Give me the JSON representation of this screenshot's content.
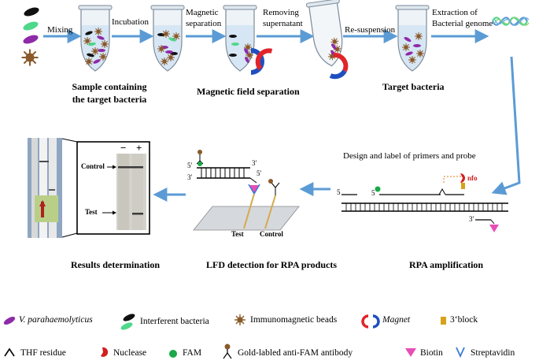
{
  "top_steps": {
    "mixing": "Mixing",
    "incubation": "Incubation",
    "magnetic_separation": [
      "Magnetic",
      "separation"
    ],
    "removing_supernatant": [
      "Removing",
      "supernatant"
    ],
    "resuspension": "Re-suspension",
    "extraction": [
      "Extraction of",
      "Bacterial genome"
    ]
  },
  "section_titles": {
    "sample": [
      "Sample containing",
      "the target bacteria"
    ],
    "magnetic_field": "Magnetic field separation",
    "target_bacteria": "Target bacteria",
    "results": "Results determination",
    "lfd": "LFD detection for RPA products",
    "rpa": "RPA amplification"
  },
  "primer_design": "Design and label of primers and probe",
  "strip_labels": {
    "minus": "−",
    "plus": "+",
    "control": "Control",
    "test": "Test"
  },
  "lfd_labels": {
    "test": "Test",
    "control": "Control",
    "five_prime": "5′",
    "three_prime": "3′"
  },
  "rpa_labels": {
    "five_prime": "5",
    "three_prime": "3′",
    "fam_label": "nfo"
  },
  "legend": [
    {
      "icon": "vp-bacteria-icon",
      "text": "V. parahaemolyticus",
      "italic": true
    },
    {
      "icon": "interferent-bacteria-icon",
      "text": "Interferent bacteria",
      "italic": false
    },
    {
      "icon": "immunomagnetic-bead-icon",
      "text": "Immunomagnetic beads",
      "italic": false
    },
    {
      "icon": "magnet-icon",
      "text": "Magnet",
      "italic": true
    },
    {
      "icon": "block-icon",
      "text": "3‘block",
      "italic": false
    },
    {
      "icon": "thf-residue-icon",
      "text": "THF residue",
      "italic": false
    },
    {
      "icon": "nuclease-icon",
      "text": "Nuclease",
      "italic": false
    },
    {
      "icon": "fam-icon",
      "text": "FAM",
      "italic": false
    },
    {
      "icon": "antibody-icon",
      "text": "Gold-labled anti-FAM antibody",
      "italic": false
    },
    {
      "icon": "biotin-icon",
      "text": "Biotin",
      "italic": false
    },
    {
      "icon": "streptavidin-icon",
      "text": "Streptavidin",
      "italic": false
    }
  ],
  "colors": {
    "arrow": "#5b9bd5",
    "purple": "#8e2aa8",
    "green": "#4dd88a",
    "bead": "#8a5a2a",
    "magnet_red": "#e0242a",
    "magnet_blue": "#1f4fbf",
    "biotin": "#e64fb5",
    "fam": "#1aa84a"
  }
}
